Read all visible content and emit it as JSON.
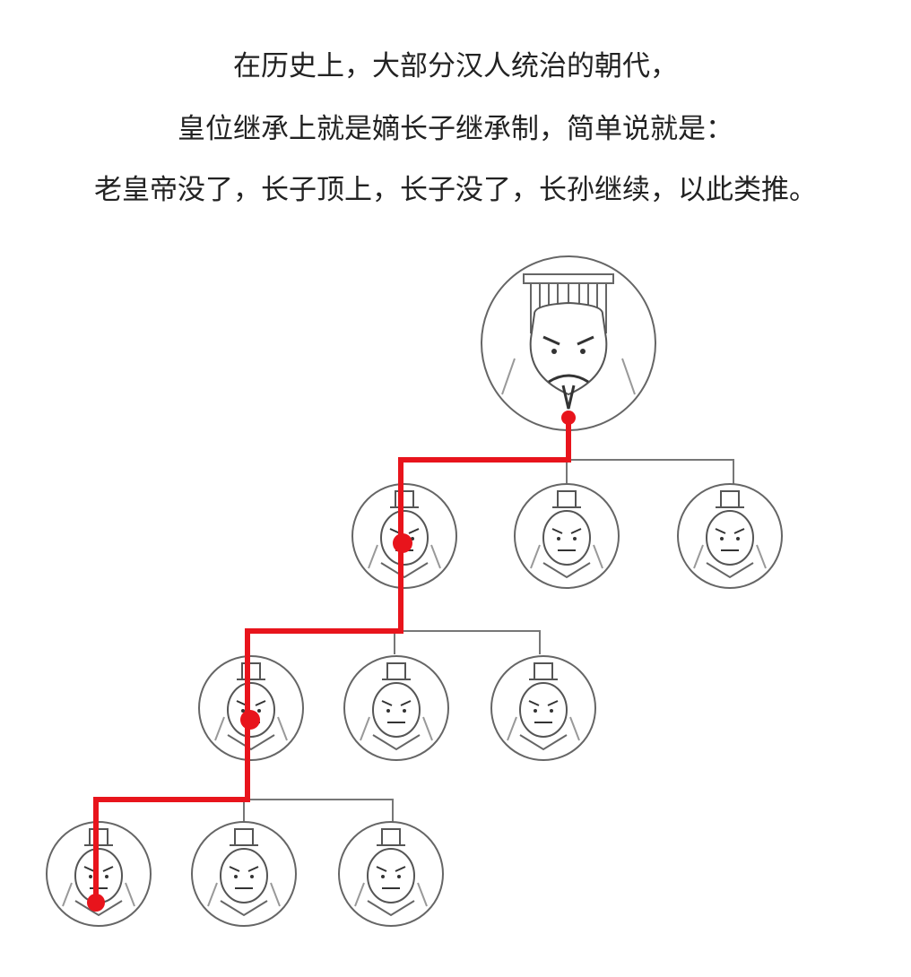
{
  "caption": {
    "line1": "在历史上，大部分汉人统治的朝代，",
    "line2": "皇位继承上就是嫡长子继承制，简单说就是：",
    "line3": "老皇帝没了，长子顶上，长子没了，长孙继续，以此类推。"
  },
  "colors": {
    "succession_line": "#e8141c",
    "tree_line": "#777777",
    "portrait_stroke": "#555555"
  },
  "tree": {
    "root": {
      "role": "emperor"
    },
    "generations": [
      {
        "level": 1,
        "children": 3,
        "heir_index": 0
      },
      {
        "level": 2,
        "children": 3,
        "heir_index": 0
      },
      {
        "level": 3,
        "children": 3,
        "heir_index": 0
      }
    ]
  }
}
